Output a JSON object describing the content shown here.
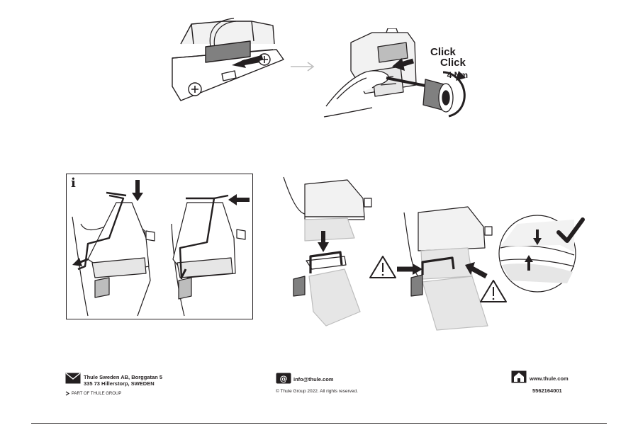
{
  "steps": {
    "tighten": {
      "click_1": "Click",
      "click_2": "Click",
      "torque": "4 Nm"
    },
    "info_panel": {
      "icon": "info-icon",
      "letter": "i"
    },
    "fit_check": {
      "warning_icon": "warning-triangle-icon",
      "checkmark_icon": "checkmark-icon"
    }
  },
  "footer": {
    "address": {
      "icon": "envelope-icon",
      "line_1": "Thule Sweden AB, Borggatan 5",
      "line_2": "335 73 Hillerstorp, SWEDEN",
      "group_icon": "thule-group-icon",
      "group_text": "PART OF THULE GROUP"
    },
    "contact": {
      "icon": "at-sign-icon",
      "email": "info@thule.com",
      "copyright": "© Thule Group 2022. All rights reserved."
    },
    "web": {
      "icon": "house-icon",
      "url": "www.thule.com",
      "document_number": "5562164001"
    }
  },
  "colors": {
    "ink": "#231f20",
    "shade_light": "#e6e6e6",
    "shade_mid": "#bdbdbd",
    "shade_dark": "#808080"
  }
}
